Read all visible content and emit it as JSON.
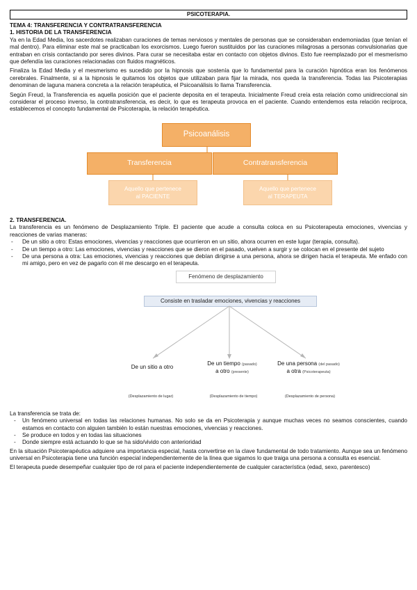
{
  "header": {
    "title": "PSICOTERAPIA."
  },
  "tema": "TEMA 4: TRANSFERENCIA Y CONTRATRANSFERENCIA",
  "section1": {
    "heading": "1.    HISTORIA DE LA TRANSFERENCIA",
    "p1": "Ya en la Edad Media, los sacerdotes realizaban curaciones de temas nerviosos y mentales de personas que se consideraban endemoniadas (que tenían el mal dentro). Para eliminar este mal se practicaban los exorcismos. Luego fueron sustituidos por las curaciones milagrosas a personas convulsionarias que entraban en crisis contactando por seres divinos. Para curar se necesitaba estar en contacto con objetos divinos. Esto fue reemplazado por el mesmerismo que defendía las curaciones relacionadas con fluidos magnéticos.",
    "p2": "Finaliza la Edad Media y el mesmerismo es sucedido por la hipnosis que sostenía que lo fundamental para la curación hipnótica eran los fenómenos cerebrales. Finalmente, si a la hipnosis le quitamos los objetos que utilizaban para fijar la mirada, nos queda la transferencia. Todas las Psicoterapias denominan de laguna manera concreta a la relación terapéutica, el Psicoanálisis lo llama Transferencia.",
    "p3": "Según Freud, la Transferencia es aquella posición que el paciente deposita en el terapeuta. Inicialmente Freud creía esta relación como unidireccional sin considerar el proceso inverso, la contratransferencia, es decir, lo que es terapeuta provoca en el paciente. Cuando entendemos esta relación recíproca, establecemos el concepto fundamental de Psicoterapia, la relación terapéutica."
  },
  "diagram1": {
    "root": "Psicoanálisis",
    "left": "Transferencia",
    "right": "Contratransferencia",
    "left_sub_line1": "Aquello que pertenece",
    "left_sub_line2": "al PACIENTE",
    "right_sub_line1": "Aquello que pertenece",
    "right_sub_line2": "al TERAPEUTA"
  },
  "section2": {
    "heading": "2.    TRANSFERENCIA.",
    "intro": "La transferencia es un fenómeno de Desplazamiento Triple. El paciente que acude a consulta coloca en su Psicoterapeuta emociones, vivencias y reacciones de varias maneras:",
    "items": [
      "De un sitio a otro: Estas emociones, vivencias y reacciones que ocurrieron en un sitio, ahora ocurren en este lugar (terapia, consulta).",
      "De un tiempo a otro: Las emociones, vivencias y reacciones que se dieron en el pasado, vuelven a surgir y se colocan en el presente del sujeto",
      "De una persona a otra: Las emociones, vivencias y reacciones que debían dirigirse a una persona, ahora se dirigen hacia el terapeuta. Me enfado con mi amigo, pero en vez de pagarlo con él me descargo en el terapeuta."
    ]
  },
  "diagram2": {
    "title": "Fenómeno de desplazamiento",
    "bar": "Consiste en trasladar emociones, vivencias y reacciones",
    "b1_main": "De un sitio a otro",
    "b2_line1": "De un tiempo",
    "b2_small1": "(pasado)",
    "b2_line2": "a otro",
    "b2_small2": "(presente)",
    "b3_line1": "De una persona",
    "b3_small1": "(del pasado)",
    "b3_line2": "a otra",
    "b3_small2": "(Psicoterapeuta)",
    "cap1": "(Desplazamiento de lugar)",
    "cap2": "(Desplazamiento de tiempo)",
    "cap3": "(Desplazamiento de persona)"
  },
  "section3": {
    "lead": "La transferencia se trata de:",
    "bullets": [
      "Un fenómeno universal en todas las relaciones humanas. No solo se da en Psicoterapia y aunque muchas veces no seamos conscientes, cuando estamos en contacto con alguien también lo están nuestras emociones, vivencias y reacciones.",
      "Se produce en todos y en todas las situaciones",
      "Donde siempre está actuando lo que se ha sido/vivido con anterioridad"
    ],
    "p1": "En la situación Psicoterapéutica adquiere una importancia especial, hasta convertirse en la clave fundamental de todo tratamiento. Aunque sea un fenómeno universal en Psicoterapia tiene una función especial independientemente de la línea que sigamos lo que traiga una persona a consulta es esencial.",
    "p2": "El terapeuta puede desempeñar cualquier tipo de rol para el paciente independientemente de cualquier característica (edad, sexo, parentesco)"
  }
}
